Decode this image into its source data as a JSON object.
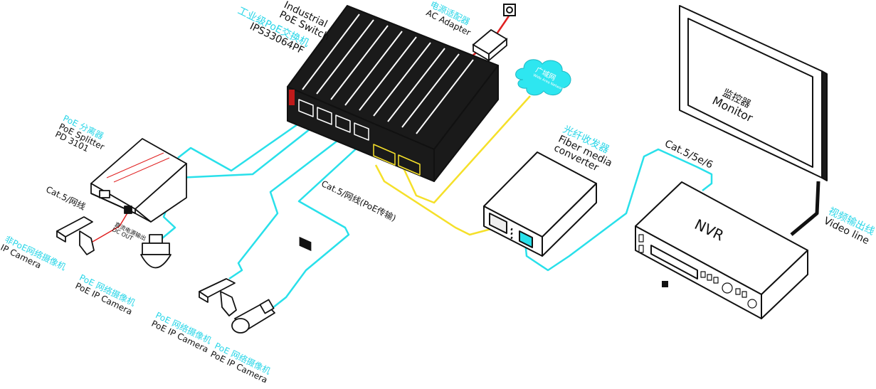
{
  "colors": {
    "cyan_cable": "#29e0ea",
    "yellow_cable": "#f5e02a",
    "red_power": "#e02020",
    "label_cn": "#29d6e8",
    "line_art": "#111111",
    "cloud": "#2ee6f0"
  },
  "switch": {
    "name_en_1": "Industrial",
    "name_en_2": "PoE Switch",
    "name_cn": "工业级PoE交换机",
    "model": "IPS33064PF"
  },
  "ac_adapter": {
    "cn": "电源适配器",
    "en": "AC Adapter"
  },
  "cloud": {
    "cn": "广域网",
    "en": "Wide Area Network"
  },
  "monitor": {
    "cn": "监控器",
    "en": "Monitor"
  },
  "fiber": {
    "cn": "光纤收发器",
    "en_1": "Fiber media",
    "en_2": "converter"
  },
  "cable_nvr": {
    "en": "Cat.5/5e/6"
  },
  "nvr": {
    "label": "NVR"
  },
  "video_line": {
    "cn": "视频输出线",
    "en": "Video line"
  },
  "splitter": {
    "cn": "PoE 分离器",
    "en": "PoE Splitter",
    "model": "PD 3101"
  },
  "cable_left": {
    "en": "Cat.5/网线"
  },
  "dc_out": {
    "cn": "直流电源输出",
    "en": "DC OUT"
  },
  "cable_mid": {
    "en": "Cat.5/网线(PoE传输)"
  },
  "non_poe_camera": {
    "cn": "非PoE网络摄像机",
    "en": "IP Camera"
  },
  "poe_camera_1": {
    "cn": "PoE 网络摄像机",
    "en": "PoE IP Camera"
  },
  "poe_camera_2": {
    "cn": "PoE 网络摄像机",
    "en": "PoE IP Camera"
  },
  "poe_camera_3": {
    "cn": "PoE 网络摄像机",
    "en": "PoE IP Camera"
  }
}
